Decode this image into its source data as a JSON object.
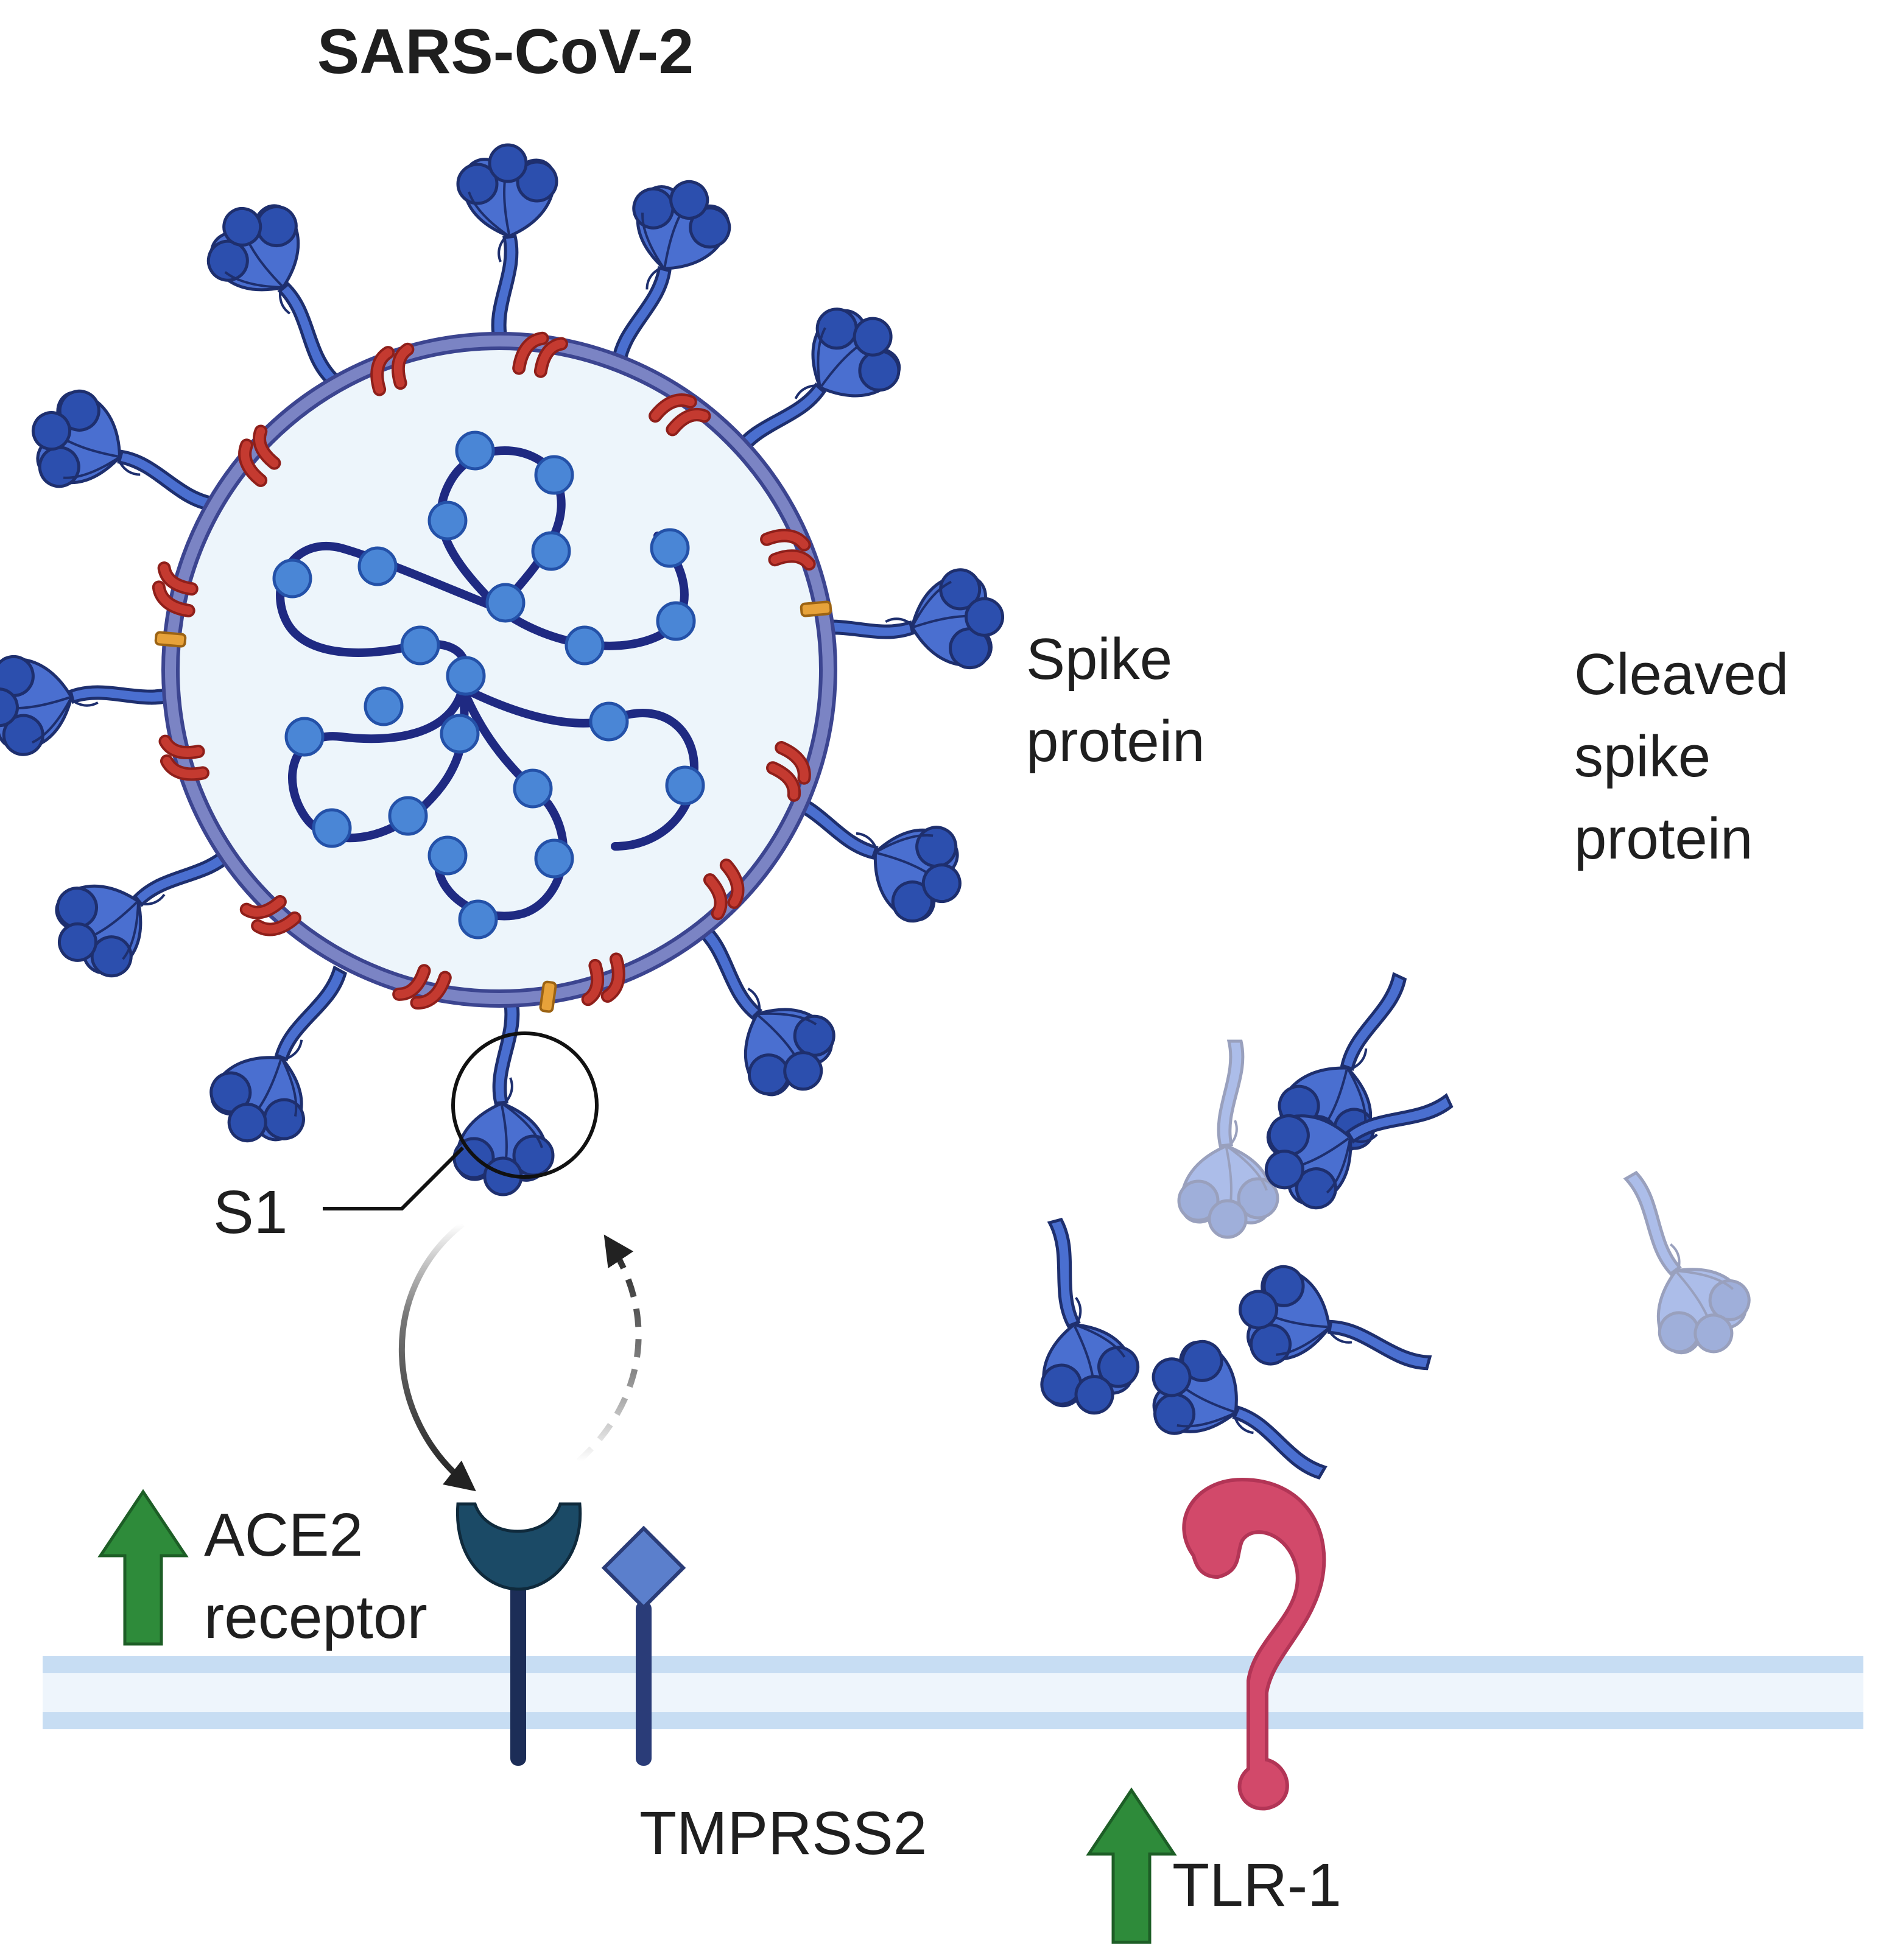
{
  "labels": {
    "title": "SARS-CoV-2",
    "spike_line1": "Spike",
    "spike_line2": "protein",
    "cleaved_line1": "Cleaved",
    "cleaved_line2": "spike",
    "cleaved_line3": "protein",
    "s1": "S1",
    "ace2_line1": "ACE2",
    "ace2_line2": "receptor",
    "tmprss2": "TMPRSS2",
    "tlr1": "TLR-1"
  },
  "colors": {
    "spike_fill": "#4a6fd0",
    "spike_dark": "#2c4fae",
    "spike_outline": "#1e2f6e",
    "envelope": "#6b74b8",
    "interior": "#edf5fb",
    "rna_strand": "#1f2a82",
    "nucleocapsid": "#4a86d6",
    "membrane_protein": "#c43a30",
    "envelope_protein": "#e7a23a",
    "ace2": "#1b4a66",
    "tmprss2": "#5b7fcc",
    "tlr1": "#d2496a",
    "membrane": "#c7ddf3",
    "up_arrow": "#2e8b3a"
  },
  "icons": {
    "upregulation": "green-up-arrow",
    "binding": "curved-solid-arrow",
    "priming": "curved-dashed-arrow"
  }
}
